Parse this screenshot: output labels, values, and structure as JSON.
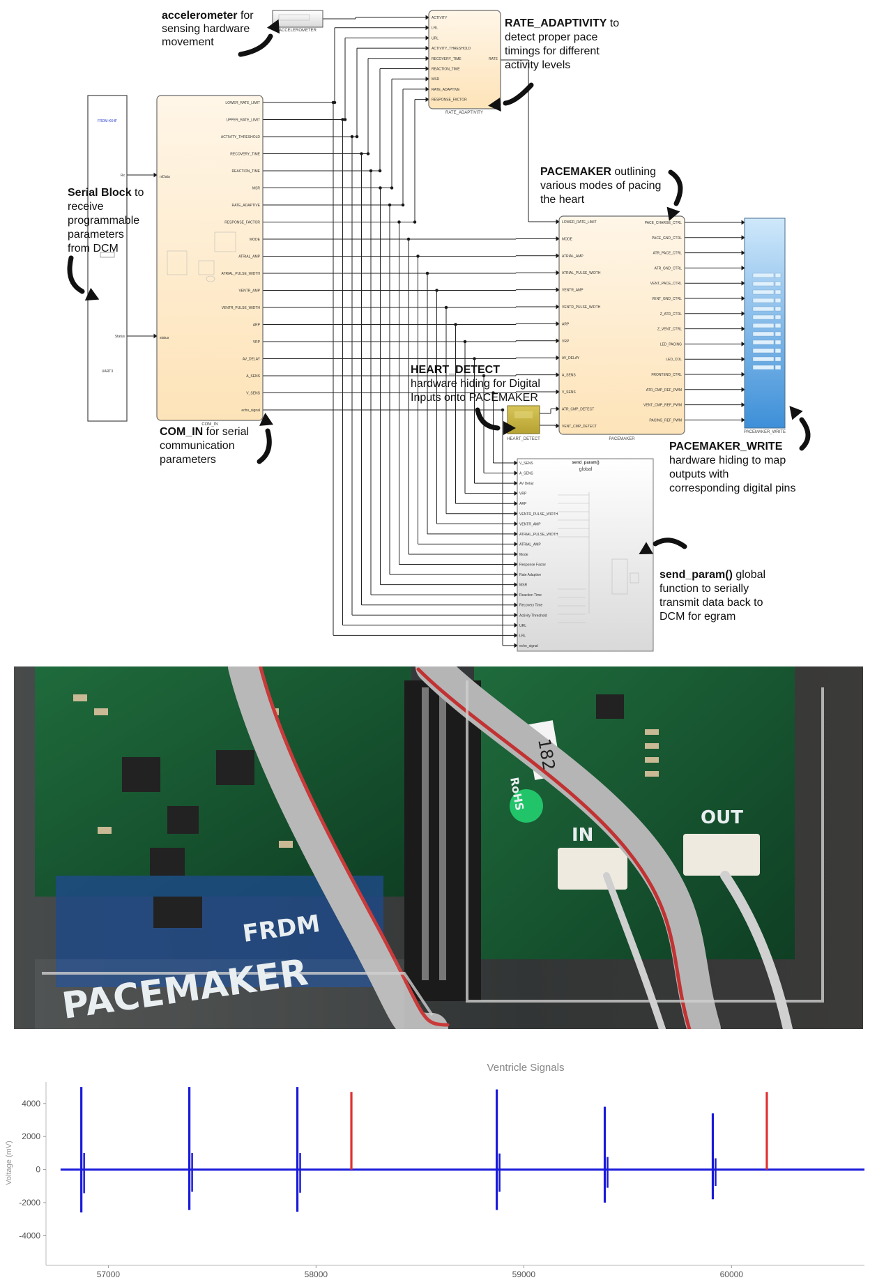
{
  "diagram": {
    "blocks": {
      "serial": {
        "title": "FRDM-K64F",
        "pin_rx": "Rx",
        "pin_status": "Status",
        "bottom": "UART3"
      },
      "com_in": {
        "name": "COM_IN",
        "inputs": [
          "rxData",
          "status"
        ],
        "outputs": [
          "LOWER_RATE_LIMIT",
          "UPPER_RATE_LIMIT",
          "ACTIVITY_THRESHOLD",
          "RECOVERY_TIME",
          "REACTION_TIME",
          "MSR",
          "RATE_ADAPTIVE",
          "RESPONSE_FACTOR",
          "MODE",
          "ATRIAL_AMP",
          "ATRIAL_PULSE_WIDTH",
          "VENTR_AMP",
          "VENTR_PULSE_WIDTH",
          "ARP",
          "VRP",
          "AV_DELAY",
          "A_SENS",
          "V_SENS",
          "echo_signal"
        ]
      },
      "accelerometer": {
        "name": "ACCELEROMETER"
      },
      "rate_adaptivity": {
        "name": "RATE_ADAPTIVITY",
        "inputs": [
          "ACTIVITY",
          "LRL",
          "URL",
          "ACTIVITY_THRESHOLD",
          "RECOVERY_TIME",
          "REACTION_TIME",
          "MSR",
          "RATE_ADAPTIVE",
          "RESPONSE_FACTOR"
        ],
        "output": "RATE"
      },
      "pacemaker": {
        "name": "PACEMAKER",
        "inputs": [
          "LOWER_RATE_LIMIT",
          "MODE",
          "ATRIAL_AMP",
          "ATRIAL_PULSE_WIDTH",
          "VENTR_AMP",
          "VENTR_PULSE_WIDTH",
          "ARP",
          "VRP",
          "AV_DELAY",
          "A_SENS",
          "V_SENS",
          "ATR_CMP_DETECT",
          "VENT_CMP_DETECT"
        ],
        "outputs": [
          "PACE_CHARGE_CTRL",
          "PACE_GND_CTRL",
          "ATR_PACE_CTRL",
          "ATR_GND_CTRL",
          "VENT_PACE_CTRL",
          "VENT_GND_CTRL",
          "Z_ATR_CTRL",
          "Z_VENT_CTRL",
          "LED_PACING",
          "LED_COL",
          "FRONTEND_CTRL",
          "ATR_CMP_REF_PWM",
          "VENT_CMP_REF_PWM",
          "PACING_REF_PWM"
        ]
      },
      "pacemaker_write": {
        "name": "PACEMAKER_WRITE"
      },
      "heart_detect": {
        "name": "HEART_DETECT"
      },
      "send_param": {
        "name": "send_param()",
        "subtitle": "global",
        "inputs": [
          "V_SENS",
          "A_SENS",
          "AV Delay",
          "VRP",
          "ARP",
          "VENTR_PULSE_WIDTH",
          "VENTR_AMP",
          "ATRIAL_PULSE_WIDTH",
          "ATRIAL_AMP",
          "Mode",
          "Response Factor",
          "Rate Adaptive",
          "MSR",
          "Reaction Time",
          "Recovery Time",
          "Activity Threshold",
          "URL",
          "LRL",
          "echo_signal"
        ]
      }
    },
    "annotations": {
      "accelerometer": {
        "bold": "accelerometer",
        "lines": [
          " for",
          "sensing hardware",
          "movement"
        ]
      },
      "rate_adaptivity": {
        "bold": "RATE_ADAPTIVITY",
        "lines": [
          " to",
          "detect proper pace",
          "timings for different",
          "activity levels"
        ]
      },
      "pacemaker": {
        "bold": "PACEMAKER",
        "lines": [
          " outlining",
          "various modes of pacing",
          "the heart"
        ]
      },
      "serial": {
        "bold": "Serial Block",
        "lines": [
          " to",
          "receive",
          "programmable",
          "parameters",
          "from DCM"
        ]
      },
      "heart_detect": {
        "bold": "HEART_DETECT",
        "lines": [
          "",
          "hardware hiding for Digital",
          "Inputs onto PACEMAKER"
        ]
      },
      "com_in": {
        "bold": "COM_IN",
        "lines": [
          " for serial",
          "communication",
          "parameters"
        ]
      },
      "pacemaker_write": {
        "bold": "PACEMAKER_WRITE",
        "lines": [
          "",
          "hardware hiding to map",
          "outputs with",
          "corresponding digital pins"
        ]
      },
      "send_param": {
        "bold": "send_param()",
        "lines": [
          " global",
          "function to serially",
          "transmit data back to",
          "DCM for egram"
        ]
      }
    }
  },
  "photo": {
    "pcb_labels": {
      "pacemaker": "PACEMAKER",
      "frdm": "FRDM",
      "in": "IN",
      "out": "OUT",
      "rohs": "RoHS",
      "num": "182"
    }
  },
  "chart_data": {
    "type": "line",
    "title": "Ventricle Signals",
    "xlabel": "",
    "ylabel": "Voltage (mV)",
    "xlim": [
      56700,
      60640
    ],
    "ylim": [
      -5800,
      5300
    ],
    "xticks": [
      57000,
      58000,
      59000,
      60000
    ],
    "yticks": [
      -4000,
      -2000,
      0,
      2000,
      4000
    ],
    "series": [
      {
        "color": "#1a1adb",
        "baseline": 0,
        "spikes": [
          {
            "x": 56870,
            "max": 5000,
            "min": -2600
          },
          {
            "x": 57390,
            "max": 5000,
            "min": -2450
          },
          {
            "x": 57910,
            "max": 5000,
            "min": -2550
          },
          {
            "x": 58870,
            "max": 4850,
            "min": -2450
          },
          {
            "x": 59390,
            "max": 3800,
            "min": -2000
          },
          {
            "x": 59910,
            "max": 3400,
            "min": -1800
          }
        ]
      },
      {
        "color": "#e03030",
        "baseline": 0,
        "spikes": [
          {
            "x": 58170,
            "max": 4700,
            "min": 0
          },
          {
            "x": 60170,
            "max": 4700,
            "min": 0
          }
        ]
      }
    ]
  }
}
